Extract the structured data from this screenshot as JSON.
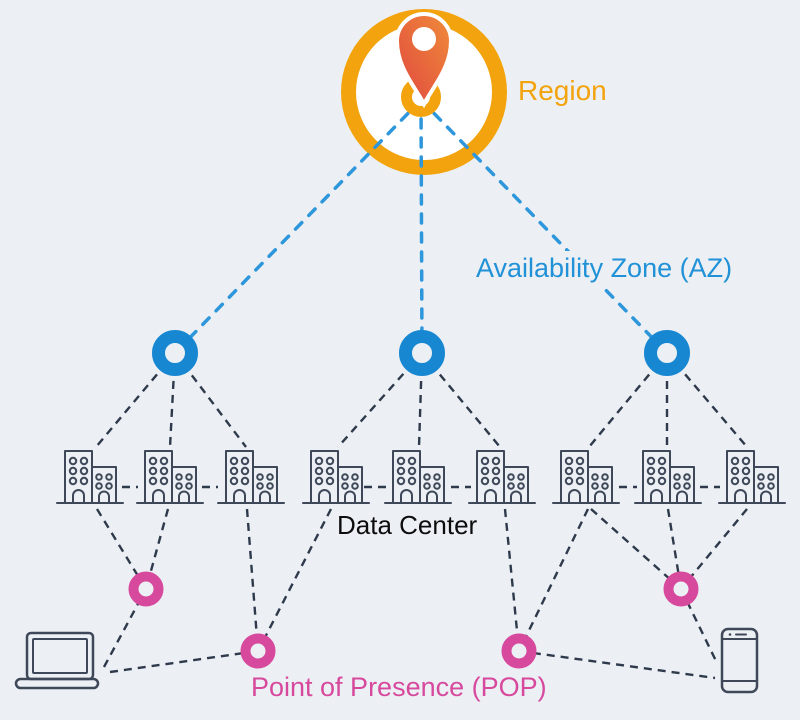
{
  "diagram": {
    "labels": {
      "region": "Region",
      "availability_zone": "Availability Zone (AZ)",
      "data_center": "Data Center",
      "point_of_presence": "Point of Presence (POP)"
    },
    "structure": {
      "regions": 1,
      "availability_zones": 3,
      "data_centers_per_az": 3,
      "points_of_presence": 4,
      "devices": [
        "laptop",
        "mobile-phone"
      ]
    },
    "icons": {
      "region": "location-pin-icon",
      "availability_zone": "blue-ring-icon",
      "data_center": "building-icon",
      "point_of_presence": "pink-ring-icon",
      "client_left": "laptop-icon",
      "client_right": "mobile-phone-icon"
    },
    "colors": {
      "background": "#ECF0F4",
      "region_orange": "#F2A30D",
      "pin_gradient_start": "#E0473F",
      "pin_gradient_end": "#F08C3A",
      "az_blue": "#1787D2",
      "az_label_blue": "#2191D8",
      "az_line_blue": "#2E96DB",
      "pop_pink": "#D7499D",
      "dark_line": "#2E3A4C",
      "icon_stroke": "#3E4859",
      "data_center_text": "#0D0D0D"
    }
  }
}
